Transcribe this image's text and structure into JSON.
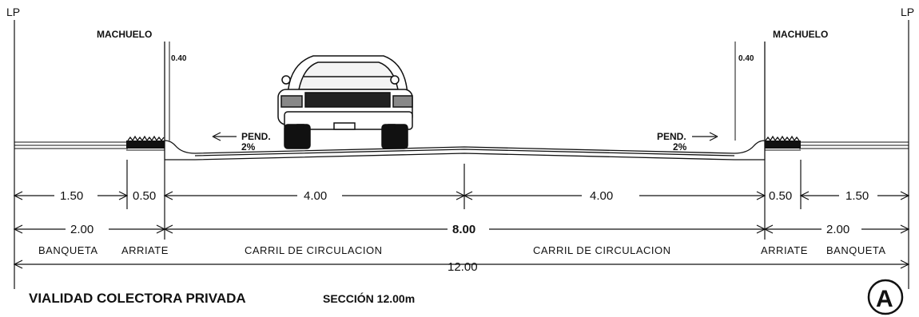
{
  "labels": {
    "lp_left": "LP",
    "lp_right": "LP",
    "machuelo_left": "MACHUELO",
    "machuelo_right": "MACHUELO",
    "curb_height_left": "0.40",
    "curb_height_right": "0.40",
    "pend_left": "PEND.",
    "pend_left_value": "2%",
    "pend_right": "PEND.",
    "pend_right_value": "2%"
  },
  "dims": {
    "row1": [
      "1.50",
      "0.50",
      "4.00",
      "4.00",
      "0.50",
      "1.50"
    ],
    "row2": [
      "2.00",
      "8.00",
      "2.00"
    ],
    "total": "12.00"
  },
  "zones": [
    "BANQUETA",
    "ARRIATE",
    "CARRIL DE CIRCULACION",
    "CARRIL DE CIRCULACION",
    "ARRIATE",
    "BANQUETA"
  ],
  "title": {
    "main": "VIALIDAD COLECTORA PRIVADA",
    "section": "SECCIÓN 12.00m",
    "marker": "A"
  }
}
